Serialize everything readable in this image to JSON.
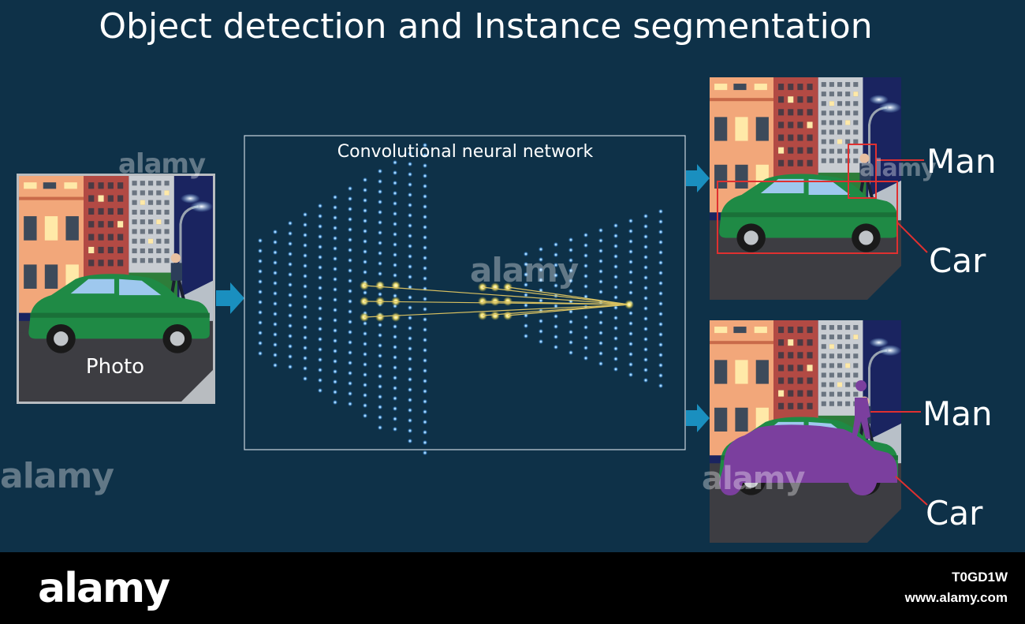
{
  "title": "Object detection and Instance segmentation",
  "photo_label": "Photo",
  "cnn_label": "Convolutional neural network",
  "detection": {
    "man_label": "Man",
    "car_label": "Car"
  },
  "segmentation": {
    "man_label": "Man",
    "car_label": "Car"
  },
  "watermark": "alamy",
  "footer": {
    "logo": "alamy",
    "image_code": "T0GD1W",
    "site": "www.alamy.com"
  },
  "colors": {
    "background": "#0e3148",
    "accent_arrow": "#1a8fbf",
    "bbox": "#e03030",
    "segmentation_mask": "#7b3f9e",
    "neuron": "#5aaef5",
    "active_neuron": "#f0e070"
  }
}
